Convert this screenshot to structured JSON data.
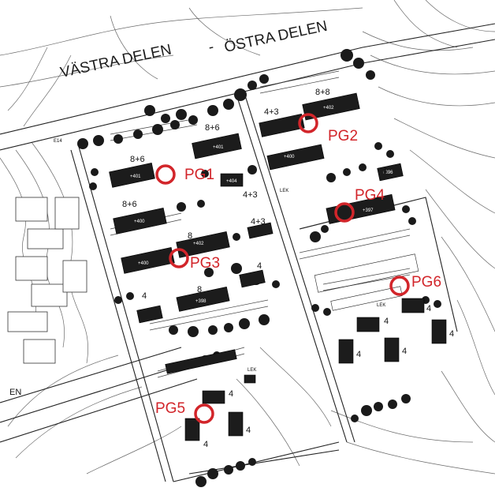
{
  "area_labels": {
    "west": "VÄSTRA DELEN",
    "dash": "-",
    "east": "ÖSTRA DELEN"
  },
  "road_labels": {
    "e14_top": "E14",
    "e14_bottom": "EN"
  },
  "markers": [
    {
      "id": "PG1",
      "label": "PG1"
    },
    {
      "id": "PG2",
      "label": "PG2"
    },
    {
      "id": "PG3",
      "label": "PG3"
    },
    {
      "id": "PG4",
      "label": "PG4"
    },
    {
      "id": "PG5",
      "label": "PG5"
    },
    {
      "id": "PG6",
      "label": "PG6"
    }
  ],
  "unit_counts": {
    "block_a": "8+6",
    "block_b": "4+3",
    "block_c": "8+8",
    "block_d": "8+6",
    "block_e": "4+3",
    "block_f": "8+6",
    "block_g": "4+3",
    "block_h": "8",
    "block_i": "8",
    "block_j": "4",
    "block_k": "4",
    "block_l": "4",
    "villa_1": "4",
    "villa_2": "4",
    "villa_3": "4",
    "villa_4": "4",
    "villa_5": "4",
    "villa_6": "4",
    "villa_7": "4",
    "villa_8": "4"
  },
  "building_tags": {
    "t400": "+400",
    "t402": "+402",
    "t401": "+401",
    "t404": "+404",
    "t398": "+398",
    "t397": "+397",
    "t396": "+396"
  },
  "misc_labels": {
    "lek1": "LEK",
    "lek2": "LEK",
    "lek3": "LEK"
  },
  "colors": {
    "marker": "#d2252a",
    "ink": "#111111",
    "line": "#555555"
  }
}
